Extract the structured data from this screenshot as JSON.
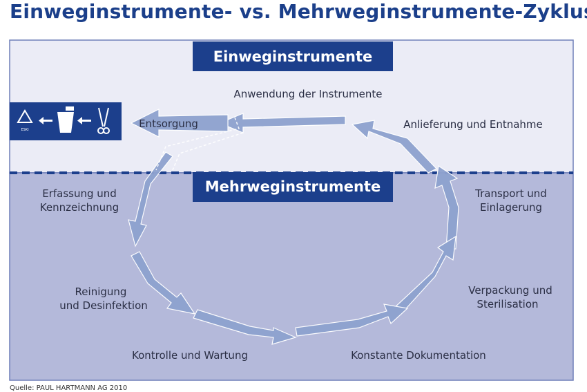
{
  "title": "Einweginstrumente- vs. Mehrweginstrumente-Zyklus",
  "banners": {
    "top": "Einweginstrumente",
    "bottom": "Mehrweginstrumente"
  },
  "steps": {
    "anwendung": "Anwendung der Instrumente",
    "anlieferung": "Anlieferung und Entnahme",
    "entsorgung": "Entsorgung",
    "erfassung_1": "Erfassung und",
    "erfassung_2": "Kennzeichnung",
    "transport_1": "Transport und",
    "transport_2": "Einlagerung",
    "reinigung_1": "Reinigung",
    "reinigung_2": "und Desinfektion",
    "verpackung_1": "Verpackung und",
    "verpackung_2": "Sterilisation",
    "kontrolle": "Kontrolle und Wartung",
    "dokumentation": "Konstante Dokumentation"
  },
  "disposal_box": {
    "recycle_label": "ESKI",
    "icons": [
      "recycle-icon",
      "arrow-left-icon",
      "cup-icon",
      "arrow-left-icon",
      "scissors-icon"
    ]
  },
  "source": "Quelle: PAUL HARTMANN AG 2010",
  "colors": {
    "title": "#1b3f8a",
    "banner": "#1c3f8c",
    "top_region": "#ebecf6",
    "bottom_region": "#b4b9da",
    "arrow": "#8ea2cf"
  }
}
